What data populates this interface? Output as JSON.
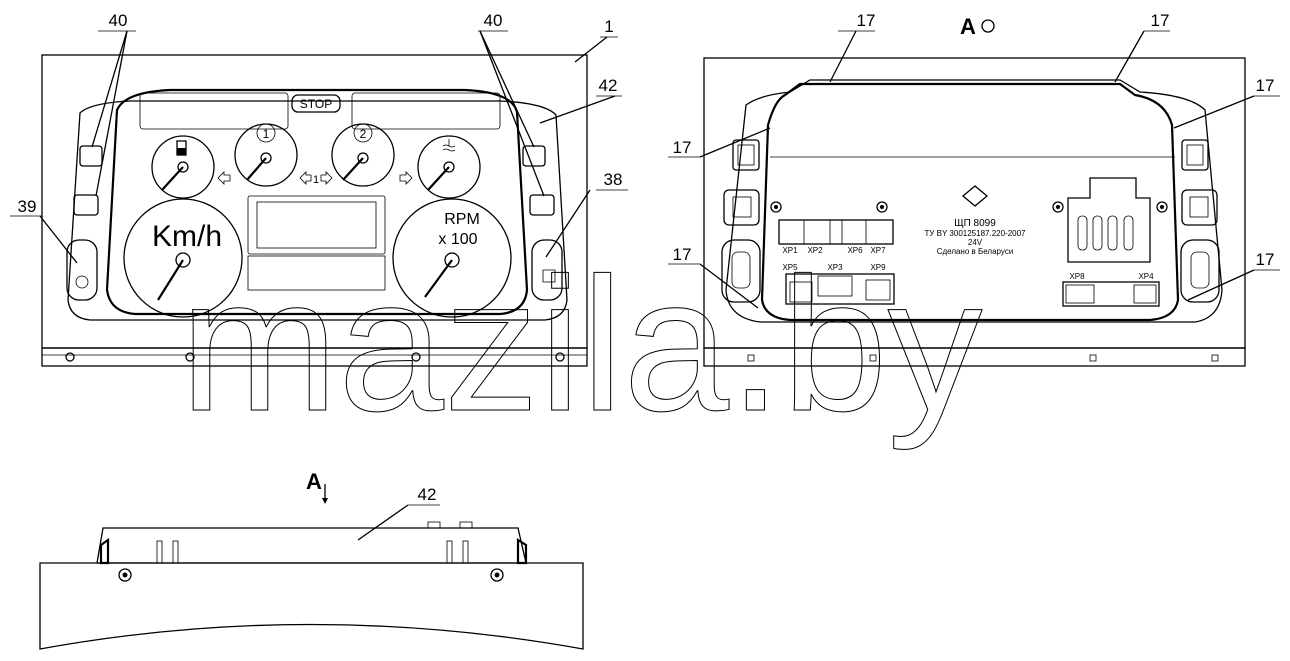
{
  "front_view": {
    "stop_label": "STOP",
    "speed_unit": "Km/h",
    "rpm_label": "RPM",
    "rpm_mult": "x 100",
    "gauge1": "1",
    "gauge2": "2",
    "turn_mid": "1"
  },
  "rear_view": {
    "view_mark": "A",
    "product": "ЩП 8099",
    "spec": "ТУ BY 300125187.220-2007",
    "voltage": "24V",
    "made_in": "Сделано в Беларуси",
    "connectors": [
      "XP1",
      "XP2",
      "XP6",
      "XP7",
      "XP5",
      "XP3",
      "XP9",
      "XP8",
      "XP4"
    ]
  },
  "side_view": {
    "view_mark": "A"
  },
  "callouts": {
    "c1": "1",
    "c38": "38",
    "c39": "39",
    "c40a": "40",
    "c40b": "40",
    "c42a": "42",
    "c42b": "42",
    "c17": "17"
  },
  "watermark": "mazila.by"
}
